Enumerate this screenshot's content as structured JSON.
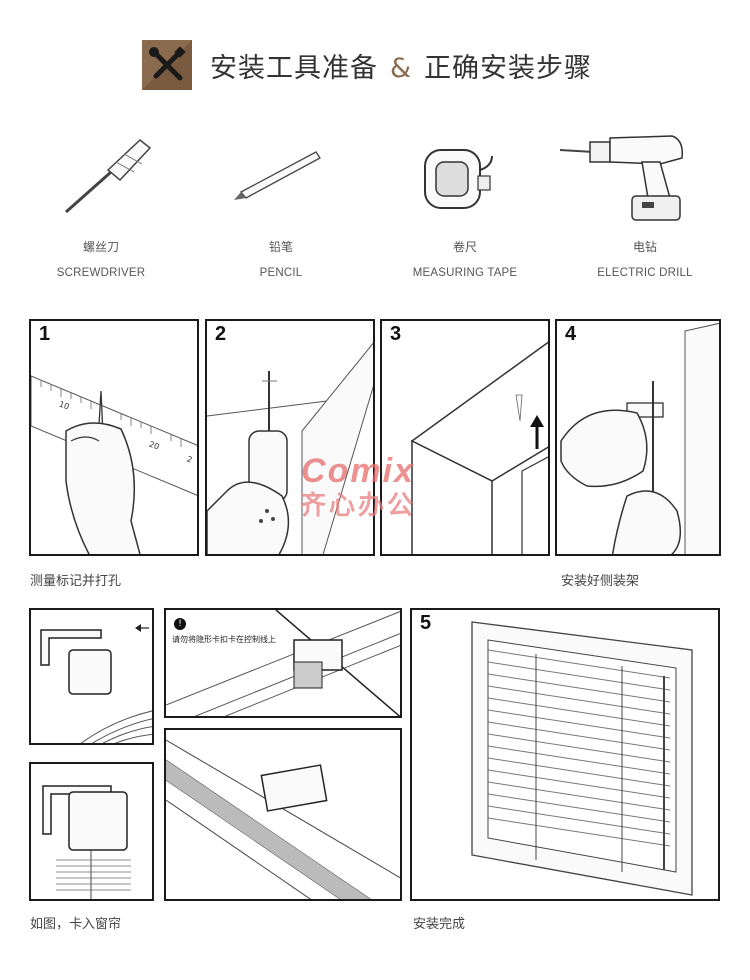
{
  "header": {
    "title_left": "安装工具准备",
    "amp": "&",
    "title_right": "正确安装步骤",
    "accent": "#8b6b4e"
  },
  "tools": [
    {
      "cn": "螺丝刀",
      "en": "SCREWDRIVER",
      "icon": "screwdriver-icon"
    },
    {
      "cn": "铅笔",
      "en": "PENCIL",
      "icon": "pencil-icon"
    },
    {
      "cn": "卷尺",
      "en": "MEASURING TAPE",
      "icon": "measuring-tape-icon"
    },
    {
      "cn": "电钻",
      "en": "ELECTRIC DRILL",
      "icon": "electric-drill-icon"
    }
  ],
  "steps": {
    "s1": "1",
    "s2": "2",
    "s3": "3",
    "s4": "4",
    "s5": "5",
    "ruler_marks": [
      "10",
      "20",
      "2"
    ]
  },
  "captions": {
    "measure": "测量标记并打孔",
    "bracket": "安装好侧装架",
    "clip": "如图，卡入窗帘",
    "done": "安装完成"
  },
  "warning": "请勿将隐形卡扣卡在控制线上",
  "watermark": {
    "brand": "Comix",
    "sub": "齐心办公"
  }
}
